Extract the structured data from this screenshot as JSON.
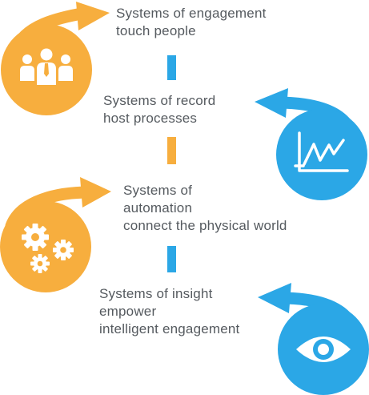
{
  "colors": {
    "orange": "#F7AE3E",
    "blue": "#2BA7E6",
    "icon": "#FFFFFF",
    "text": "#555A5F"
  },
  "steps": [
    {
      "lines": [
        "Systems of engagement",
        "touch people"
      ],
      "icon": "people-group-icon",
      "accent": "orange"
    },
    {
      "lines": [
        "Systems of record",
        "host processes"
      ],
      "icon": "line-chart-icon",
      "accent": "blue"
    },
    {
      "lines": [
        "Systems of",
        "automation",
        "connect the physical world"
      ],
      "icon": "gears-icon",
      "accent": "orange"
    },
    {
      "lines": [
        "Systems of insight",
        "empower",
        "intelligent engagement"
      ],
      "icon": "eye-icon",
      "accent": "blue"
    }
  ]
}
